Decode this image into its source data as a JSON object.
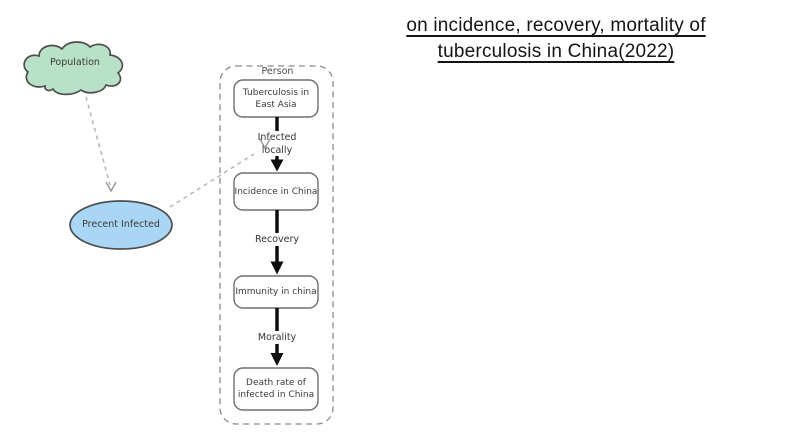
{
  "title": {
    "line1": "on incidence, recovery, mortality of",
    "line2": "tuberculosis in China(2022)"
  },
  "diagram": {
    "population": {
      "label": "Population",
      "fill": "#b9e1c8"
    },
    "precent_infected": {
      "label": "Precent Infected",
      "fill": "#a9d6f5"
    },
    "person": {
      "label": "Person"
    },
    "boxes": [
      {
        "label": "Tuberculosis in East Asia"
      },
      {
        "label": "Incidence in China"
      },
      {
        "label": "Immunity in china"
      },
      {
        "label": "Death rate of infected in China"
      }
    ],
    "edge_labels": [
      {
        "label": "Infected locally"
      },
      {
        "label": "Recovery"
      },
      {
        "label": "Morality"
      }
    ]
  }
}
